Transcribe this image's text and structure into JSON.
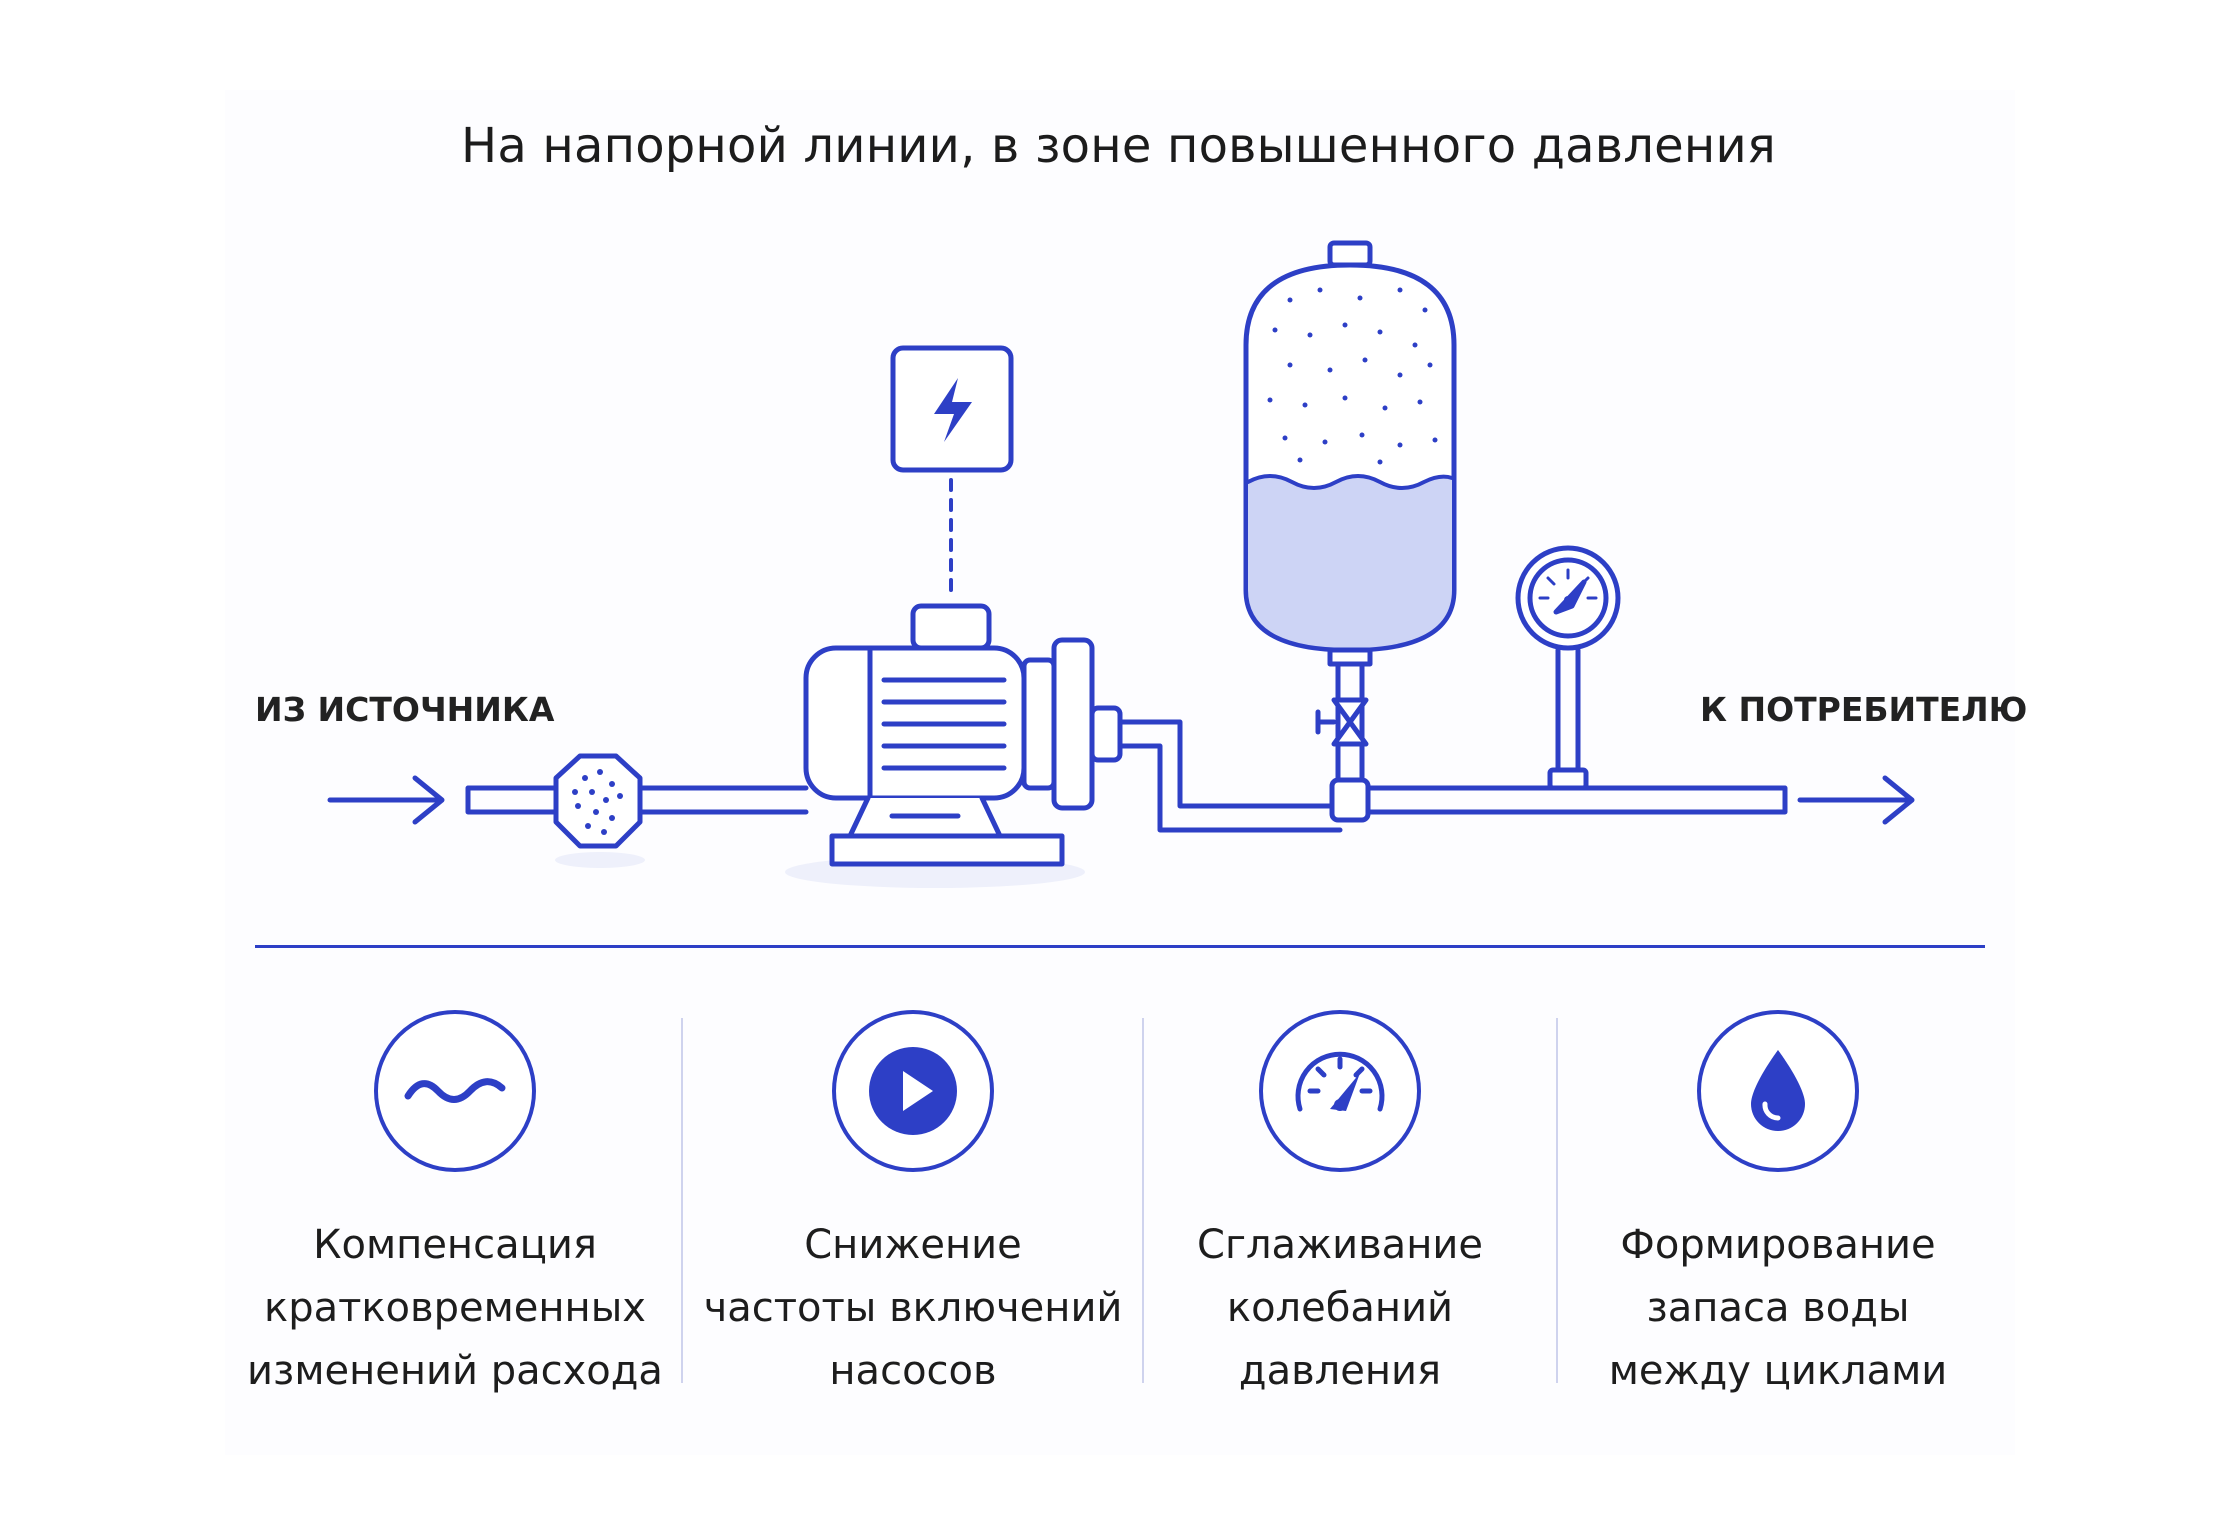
{
  "title": "На напорной линии, в зоне повышенного давления",
  "flow": {
    "from_label": "ИЗ ИСТОЧНИКА",
    "to_label": "К ПОТРЕБИТЕЛЮ"
  },
  "colors": {
    "accent": "#2d3fc6",
    "water": "#cdd4f5",
    "divider": "#2d3fc6",
    "separator": "#cfd3ee"
  },
  "components": {
    "filter": "filter-icon",
    "pump": "pump-motor-icon",
    "power": "lightning-icon",
    "tank": "hydroaccumulator-tank-icon",
    "valve": "valve-icon",
    "gauge": "pressure-gauge-icon"
  },
  "features": [
    {
      "icon": "wave-icon",
      "lines": [
        "Компенсация",
        "кратковременных",
        "изменений расхода"
      ]
    },
    {
      "icon": "play-icon",
      "lines": [
        "Снижение",
        "частоты включений",
        "насосов"
      ]
    },
    {
      "icon": "gauge-icon",
      "lines": [
        "Сглаживание",
        "колебаний",
        "давления"
      ]
    },
    {
      "icon": "water-drop-icon",
      "lines": [
        "Формирование",
        "запаса воды",
        "между циклами"
      ]
    }
  ]
}
